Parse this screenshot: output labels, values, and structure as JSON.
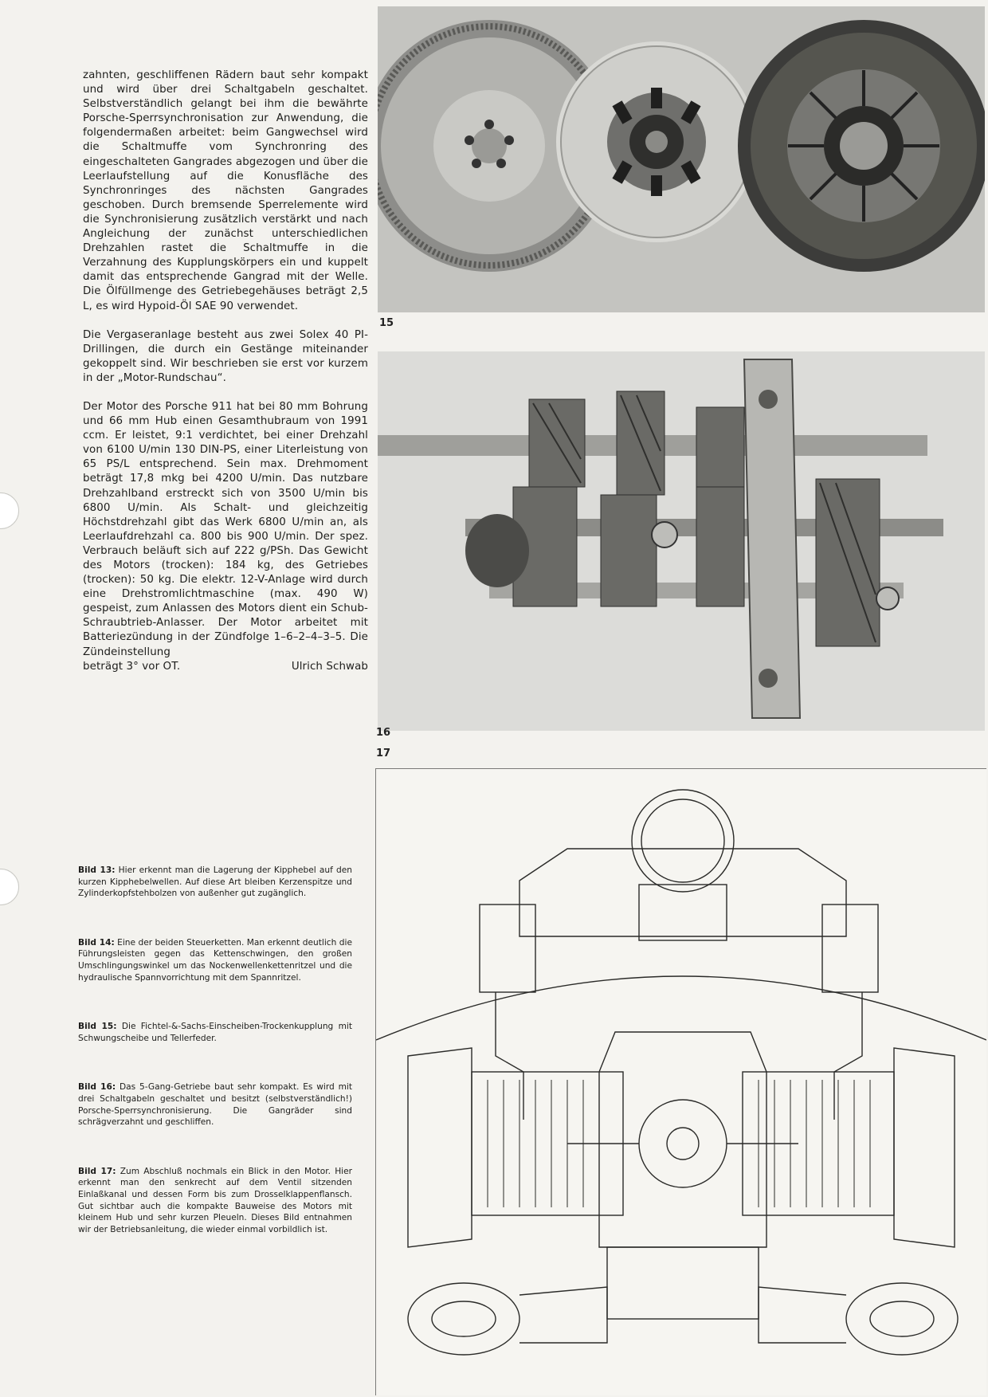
{
  "body_paragraphs": [
    "zahnten, geschliffenen Rädern baut sehr kompakt und wird über drei Schaltgabeln geschaltet. Selbstverständlich gelangt bei ihm die bewährte Porsche-Sperrsynchronisation zur Anwendung, die folgendermaßen arbeitet: beim Gangwechsel wird die Schaltmuffe vom Synchronring des eingeschalteten Gangrades abgezogen und über die Leerlaufstellung auf die Konusfläche des Synchronringes des nächsten Gangrades geschoben. Durch bremsende Sperrelemente wird die Synchronisierung zusätzlich verstärkt und nach Angleichung der zunächst unterschiedlichen Drehzahlen rastet die Schaltmuffe in die Verzahnung des Kupplungskörpers ein und kuppelt damit das entsprechende Gangrad mit der Welle. Die Ölfüllmenge des Getriebegehäuses beträgt 2,5 L, es wird Hypoid-Öl SAE 90 verwendet.",
    "Die Vergaseranlage besteht aus zwei Solex 40 PI-Drillingen, die durch ein Gestänge miteinander gekoppelt sind. Wir beschrieben sie erst vor kurzem in der „Motor-Rundschau“.",
    "Der Motor des Porsche 911 hat bei 80 mm Bohrung und 66 mm Hub einen Gesamthubraum von 1991 ccm. Er leistet, 9:1 verdichtet, bei einer Drehzahl von 6100 U/min 130 DIN-PS, einer Literleistung von 65 PS/L entsprechend. Sein max. Drehmoment beträgt 17,8 mkg bei 4200 U/min. Das nutzbare Drehzahlband erstreckt sich von 3500 U/min bis 6800 U/min. Als Schalt- und gleichzeitig Höchstdrehzahl gibt das Werk 6800 U/min an, als Leerlaufdrehzahl ca. 800 bis 900 U/min. Der spez. Verbrauch beläuft sich auf 222 g/PSh. Das Gewicht des Motors (trocken): 184 kg, des Getriebes (trocken): 50 kg. Die elektr. 12-V-Anlage wird durch eine Drehstromlichtmaschine (max. 490 W) gespeist, zum Anlassen des Motors dient ein Schub-Schraubtrieb-Anlasser. Der Motor arbeitet mit Batteriezündung in der Zündfolge 1–6–2–4–3–5. Die Zündeinstellung"
  ],
  "last_line": "beträgt 3° vor OT.",
  "author": "Ulrich Schwab",
  "captions": [
    {
      "label": "Bild 13:",
      "text": "Hier erkennt man die Lagerung der Kipphebel auf den kurzen Kipphebelwellen. Auf diese Art bleiben Kerzenspitze und Zylinderkopfstehbolzen von außenher gut zugänglich."
    },
    {
      "label": "Bild 14:",
      "text": "Eine der beiden Steuerketten. Man erkennt deutlich die Führungsleisten gegen das Kettenschwingen, den großen Umschlingungswinkel um das Nockenwellenkettenritzel und die hydraulische Spannvorrichtung mit dem Spannritzel."
    },
    {
      "label": "Bild 15:",
      "text": "Die Fichtel-&-Sachs-Einscheiben-Trockenkupplung mit Schwungscheibe und Tellerfeder."
    },
    {
      "label": "Bild 16:",
      "text": "Das 5-Gang-Getriebe baut sehr kompakt. Es wird mit drei Schaltgabeln geschaltet und besitzt (selbstverständlich!) Porsche-Sperrsynchronisierung. Die Gangräder sind schrägverzahnt und geschliffen."
    },
    {
      "label": "Bild 17:",
      "text": "Zum Abschluß nochmals ein Blick in den Motor. Hier erkennt man den senkrecht auf dem Ventil sitzenden Einlaßkanal und dessen Form bis zum Drosselklappenflansch. Gut sichtbar auch die kompakte Bauweise des Motors mit kleinem Hub und sehr kurzen Pleueln. Dieses Bild entnahmen wir der Betriebsanleitung, die wieder einmal vorbildlich ist."
    }
  ],
  "figure_numbers": {
    "fig15": "15",
    "fig16": "16",
    "fig17": "17"
  }
}
